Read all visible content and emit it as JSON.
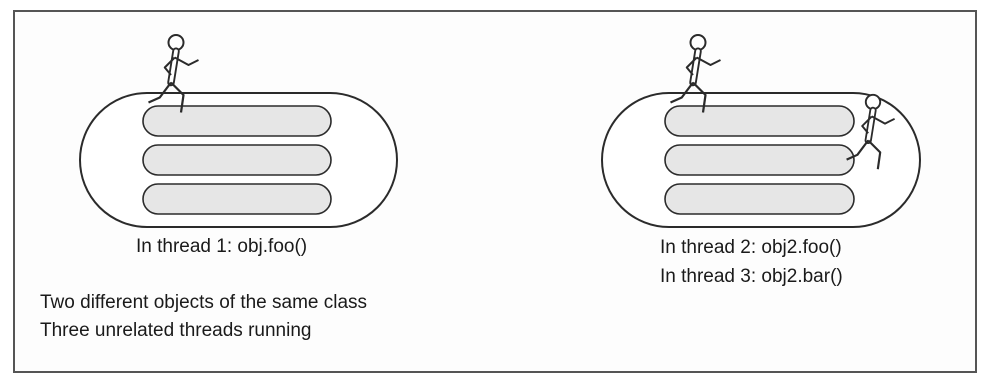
{
  "objects": [
    {
      "captions": [
        "In thread 1: obj.foo()"
      ]
    },
    {
      "captions": [
        "In thread 2: obj2.foo()",
        "In thread 3: obj2.bar()"
      ]
    }
  ],
  "notes": [
    "Two different objects of the same class",
    "Three unrelated threads running"
  ],
  "colors": {
    "border": "#555555",
    "outline": "#2b2b2b",
    "lane_fill": "#e6e6e6",
    "text": "#1a1a1a"
  }
}
